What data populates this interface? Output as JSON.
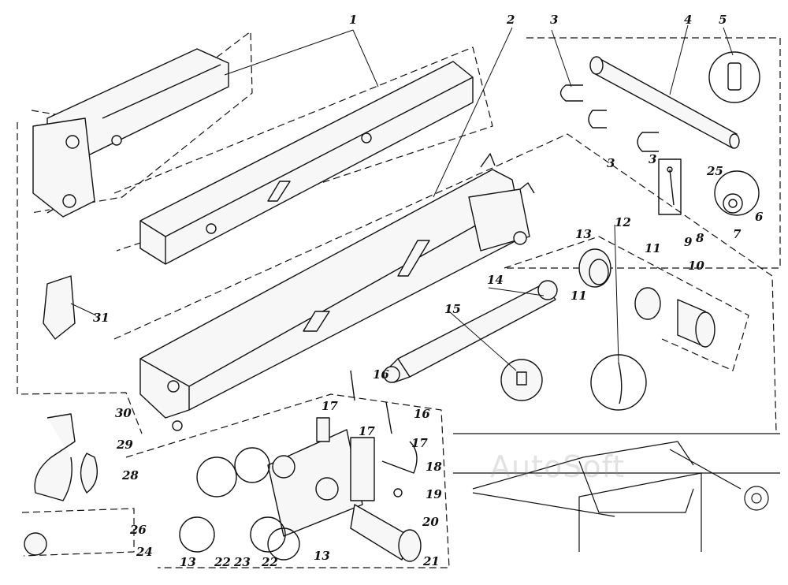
{
  "watermark": "AutoSoft",
  "labels": [
    "1",
    "2",
    "3",
    "3",
    "3",
    "4",
    "5",
    "6",
    "7",
    "8",
    "9",
    "10",
    "11",
    "11",
    "12",
    "13",
    "13",
    "13",
    "14",
    "15",
    "16",
    "16",
    "17",
    "17",
    "17",
    "18",
    "19",
    "20",
    "21",
    "22",
    "22",
    "23",
    "24",
    "25",
    "26",
    "28",
    "29",
    "30",
    "31"
  ]
}
